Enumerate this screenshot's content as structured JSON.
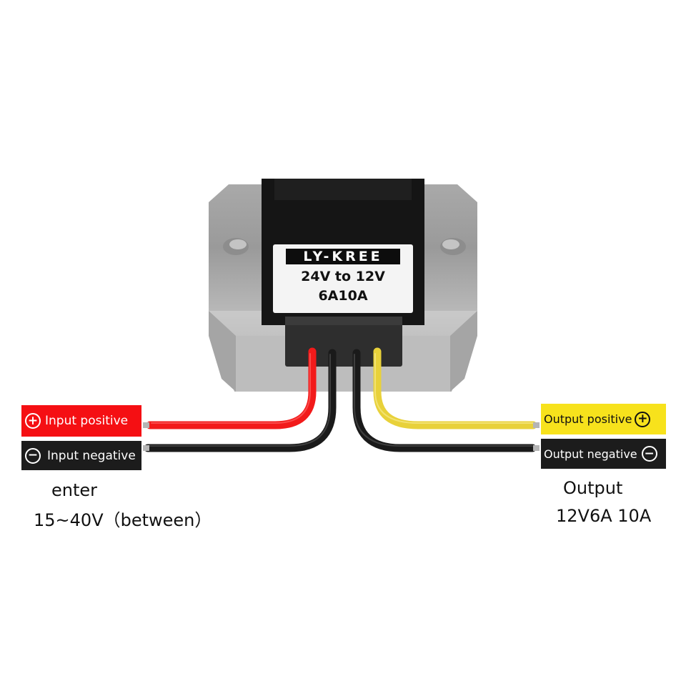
{
  "product": {
    "brand": "LY-KREE",
    "spec_line1": "24V to 12V",
    "spec_line2": "6A10A"
  },
  "labels": {
    "input_positive": {
      "text": "Input positive",
      "icon": "plus-circle-icon",
      "symbol": "+",
      "color": "#f50f13"
    },
    "input_negative": {
      "text": "Input negative",
      "icon": "minus-circle-icon",
      "symbol": "−",
      "color": "#1c1c1c"
    },
    "output_positive": {
      "text": "Output positive",
      "icon": "plus-circle-icon",
      "symbol": "+",
      "color": "#f7e21c"
    },
    "output_negative": {
      "text": "Output negative",
      "icon": "minus-circle-icon",
      "symbol": "−",
      "color": "#1c1c1c"
    }
  },
  "captions": {
    "input_title": "enter",
    "input_range": "15~40V（between）",
    "output_title": "Output",
    "output_value": "12V6A 10A"
  },
  "wires": {
    "colors": {
      "red": "#f21a1a",
      "black": "#1a1a1a",
      "yellow": "#e8d13a"
    }
  }
}
